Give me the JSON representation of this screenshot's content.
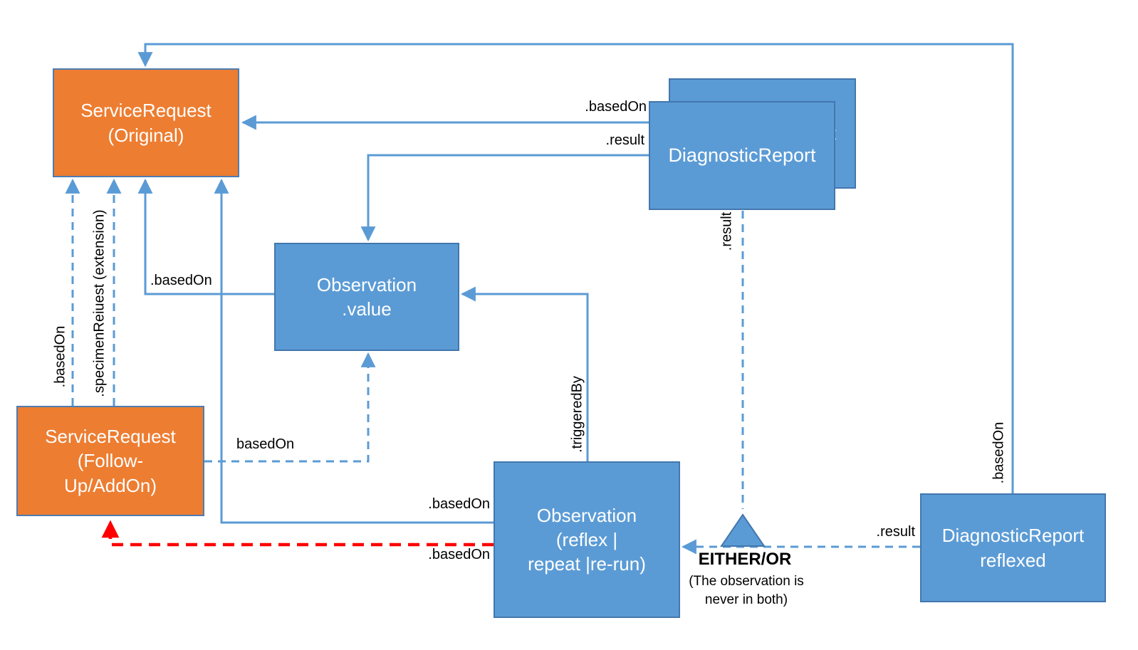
{
  "diagram": {
    "boxes": {
      "sr_original": {
        "label": "ServiceRequest\n(Original)"
      },
      "sr_followup": {
        "label": "ServiceRequest\n(Follow-\nUp/AddOn)"
      },
      "obs_value": {
        "label": "Observation\n.value"
      },
      "dr_back": {
        "label": "DiagnosticReport"
      },
      "dr_front": {
        "label": "DiagnosticReport"
      },
      "obs_reflex": {
        "label": "Observation\n(reflex |\nrepeat |re-run)"
      },
      "dr_reflexed": {
        "label": "DiagnosticReport\nreflexed"
      }
    },
    "edge_labels": {
      "basedon_dr_to_original": ".basedOn",
      "result_dr_to_obsvalue": ".result",
      "basedon_obsvalue_to_original": ".basedOn",
      "basedon_followup_to_obsvalue": "basedOn",
      "basedon_reflex_to_original": ".basedOn",
      "basedon_reflex_to_followup": ".basedOn",
      "result_reflexed_to_reflex": ".result",
      "basedon_followup_up": ".basedOn",
      "specimen_request_extension": ".specimenReiuest (extension)",
      "triggeredby": ".triggeredBy",
      "result_dr_to_triangle": ".result",
      "basedon_reflexed_to_original": ".basedOn"
    },
    "annotations": {
      "either_or_title": "EITHER/OR",
      "either_or_note": "(The observation is\nnever in both)"
    },
    "colors": {
      "orange_fill": "#ED7D31",
      "orange_border": "#4E7CB0",
      "blue_fill": "#5B9BD5",
      "box_border_blue": "#4377AD",
      "line_blue": "#5B9BD5",
      "red": "#FF0000",
      "text_white": "#FFFFFF",
      "text_black": "#000000"
    }
  }
}
